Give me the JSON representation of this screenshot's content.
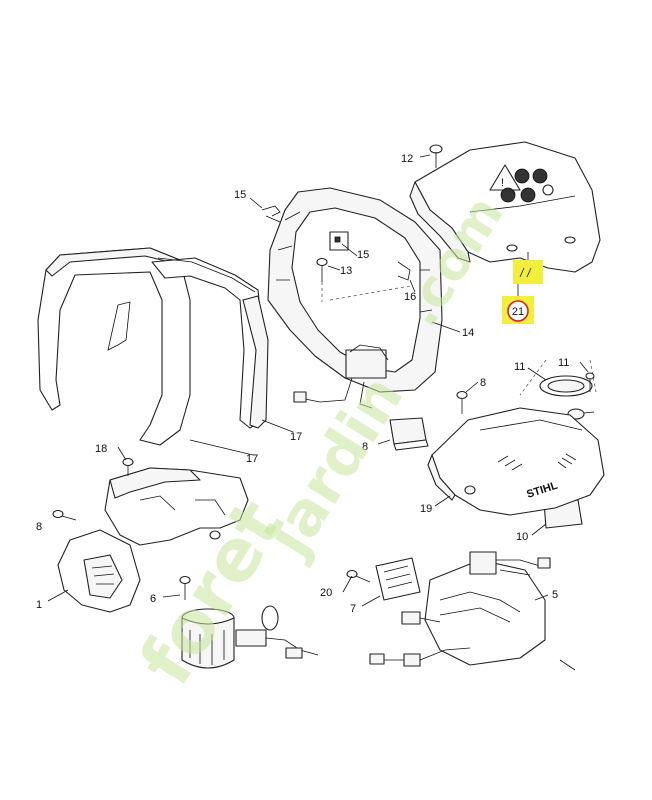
{
  "watermark": {
    "text_a": "foret",
    "text_b": "jardin",
    "text_c": ".com",
    "color": "#c8e6a0"
  },
  "brand_mark": "STIHL",
  "highlight": {
    "label": "21",
    "color": "#f2ee3c"
  },
  "callouts": [
    {
      "id": "c1",
      "text": "1"
    },
    {
      "id": "c5",
      "text": "5"
    },
    {
      "id": "c6",
      "text": "6"
    },
    {
      "id": "c7",
      "text": "7"
    },
    {
      "id": "c8a",
      "text": "8"
    },
    {
      "id": "c8b",
      "text": "8"
    },
    {
      "id": "c8c",
      "text": "8"
    },
    {
      "id": "c10",
      "text": "10"
    },
    {
      "id": "c11a",
      "text": "11"
    },
    {
      "id": "c11b",
      "text": "11"
    },
    {
      "id": "c12",
      "text": "12"
    },
    {
      "id": "c13",
      "text": "13"
    },
    {
      "id": "c14",
      "text": "14"
    },
    {
      "id": "c15a",
      "text": "15"
    },
    {
      "id": "c15b",
      "text": "15"
    },
    {
      "id": "c16",
      "text": "16"
    },
    {
      "id": "c17a",
      "text": "17"
    },
    {
      "id": "c17b",
      "text": "17"
    },
    {
      "id": "c18",
      "text": "18"
    },
    {
      "id": "c19",
      "text": "19"
    },
    {
      "id": "c20",
      "text": "20"
    }
  ]
}
